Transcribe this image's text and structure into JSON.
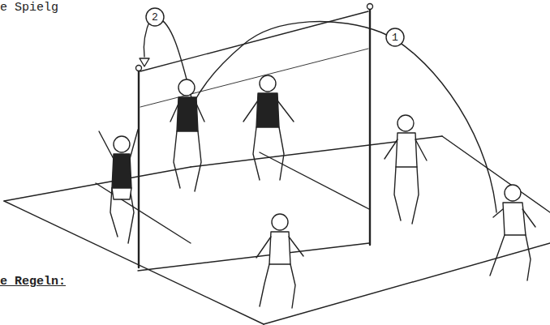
{
  "diagram": {
    "labels": [
      "e Spielg",
      "2",
      "1",
      "e Regeln:"
    ]
  }
}
